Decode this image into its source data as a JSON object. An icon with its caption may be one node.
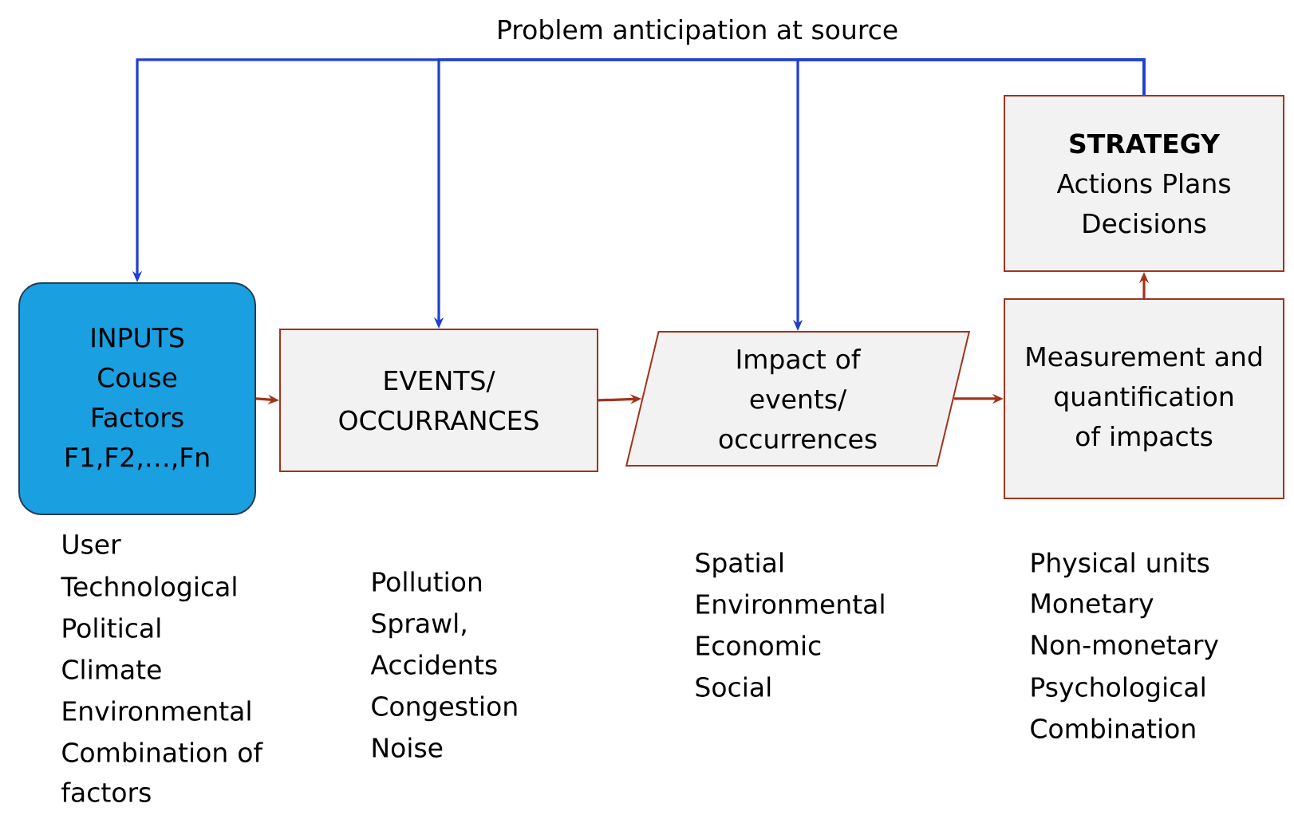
{
  "diagram": {
    "nodes": [
      {
        "text": [
          "INPUTS",
          "Couse Factors F1,F2,…,Fn"
        ],
        "beside": [
          "User",
          "Technological",
          "Political",
          "Climate",
          "Environmental",
          "Combination of factors"
        ]
      },
      {
        "text": [
          "EVENTS/ OCCURRANCES"
        ],
        "beside": [
          "Pollution",
          "Sprawl,",
          "Accidents",
          "Congestion",
          "Noise"
        ]
      },
      {
        "text": [
          "Impact of events/ occurrences"
        ],
        "beside": [
          "Spatial",
          "Environmental",
          "Economic",
          "Social"
        ]
      },
      {
        "text": [
          "Measurement and quantification of impacts"
        ],
        "beside": [
          "Physical units",
          "Monetary",
          "Non-monetary",
          "Psychological",
          "Combination"
        ]
      },
      {
        "text": [
          "STRATEGY",
          "Actions Plans Decisions"
        ]
      }
    ],
    "edges": [
      {
        "from": 0,
        "to": 1,
        "arrow": "to",
        "color": "#a0341c"
      },
      {
        "from": 1,
        "to": 2,
        "arrow": "to",
        "color": "#a0341c"
      },
      {
        "from": 2,
        "to": 3,
        "arrow": "to",
        "color": "#a0341c"
      },
      {
        "from": 3,
        "to": 4,
        "arrow": "to",
        "color": "#a0341c"
      },
      {
        "from": 4,
        "to": 0,
        "arrow": "to",
        "color": "#1f3fd0"
      },
      {
        "from": 4,
        "to": 1,
        "arrow": "to",
        "color": "#1f3fd0"
      },
      {
        "from": 4,
        "to": 2,
        "arrow": "to",
        "color": "#1f3fd0"
      }
    ],
    "labels": [
      "Problem anticipation at source"
    ]
  }
}
